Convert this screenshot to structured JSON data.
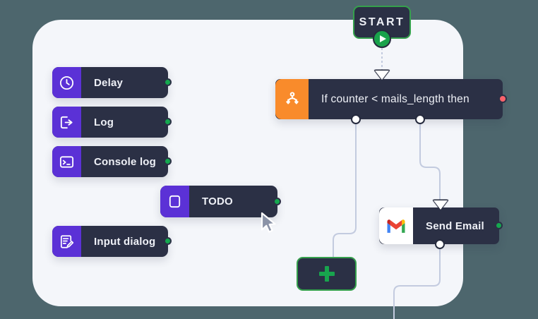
{
  "theme": {
    "page_background": "#4d666d",
    "canvas_background": "#f4f6fa",
    "node_background": "#2b3045",
    "accent_purple": "#5b31d6",
    "accent_orange": "#f98b2b",
    "accent_green": "#15a84f",
    "accent_red": "#f9636b",
    "connector_color": "#c3cbdf",
    "text_color": "#eef0f6"
  },
  "canvas": {
    "name": "workflow-canvas"
  },
  "start_node": {
    "label": "START",
    "run_icon": "play-icon",
    "border_color": "#35a04c"
  },
  "palette_nodes": [
    {
      "label": "Delay",
      "icon": "clock-icon",
      "icon_color": "#5b31d6",
      "output_port": "green"
    },
    {
      "label": "Log",
      "icon": "logout-arrow-icon",
      "icon_color": "#5b31d6",
      "output_port": "green"
    },
    {
      "label": "Console log",
      "icon": "terminal-icon",
      "icon_color": "#5b31d6",
      "output_port": "green"
    },
    {
      "label": "TODO",
      "icon": "square-icon",
      "icon_color": "#5b31d6",
      "output_port": "green"
    },
    {
      "label": "Input dialog",
      "icon": "note-edit-icon",
      "icon_color": "#5b31d6",
      "output_port": "green"
    }
  ],
  "condition_node": {
    "label": "If counter < mails_length then",
    "icon": "branch-split-icon",
    "icon_color": "#f98b2b",
    "error_port": "red",
    "output_ports": 2
  },
  "send_email_node": {
    "label": "Send Email",
    "icon": "gmail-icon",
    "output_port": "green"
  },
  "add_node": {
    "label": "+",
    "icon": "plus-icon",
    "border_color": "#35a04c"
  },
  "cursor": {
    "icon": "mouse-pointer-icon"
  }
}
